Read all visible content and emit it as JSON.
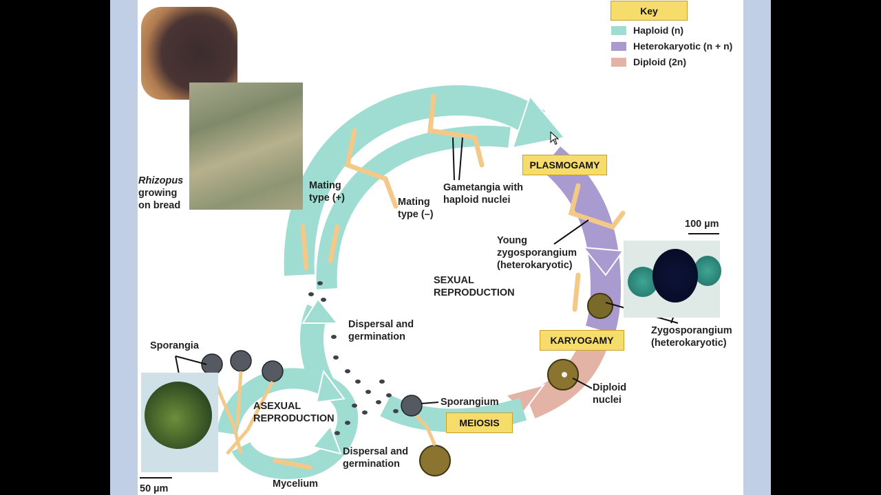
{
  "colors": {
    "haploid": "#9fdcd2",
    "heterokaryotic": "#a99ad0",
    "diploid": "#e3b3a6",
    "label_box": "#f6dc6b",
    "side_bar": "#c0cfe6",
    "background": "#ffffff"
  },
  "key": {
    "title": "Key",
    "items": [
      {
        "label": "Haploid (n)",
        "color": "#9fdcd2"
      },
      {
        "label": "Heterokaryotic (n + n)",
        "color": "#a99ad0"
      },
      {
        "label": "Diploid (2n)",
        "color": "#e3b3a6"
      }
    ]
  },
  "stages": {
    "plasmogamy": "PLASMOGAMY",
    "karyogamy": "KARYOGAMY",
    "meiosis": "MEIOSIS"
  },
  "reproduction": {
    "sexual_line1": "SEXUAL",
    "sexual_line2": "REPRODUCTION",
    "asexual_line1": "ASEXUAL",
    "asexual_line2": "REPRODUCTION"
  },
  "labels": {
    "rhizopus_1": "Rhizopus",
    "rhizopus_2": "growing",
    "rhizopus_3": "on bread",
    "mating_plus_1": "Mating",
    "mating_plus_2": "type (+)",
    "mating_minus_1": "Mating",
    "mating_minus_2": "type (–)",
    "gametangia_1": "Gametangia with",
    "gametangia_2": "haploid nuclei",
    "young_zygo_1": "Young",
    "young_zygo_2": "zygosporangium",
    "young_zygo_3": "(heterokaryotic)",
    "zygosporangium_1": "Zygosporangium",
    "zygosporangium_2": "(heterokaryotic)",
    "diploid_nuclei_1": "Diploid",
    "diploid_nuclei_2": "nuclei",
    "sporangium": "Sporangium",
    "sporangia": "Sporangia",
    "dispersal_top_1": "Dispersal and",
    "dispersal_top_2": "germination",
    "dispersal_bottom_1": "Dispersal and",
    "dispersal_bottom_2": "germination",
    "mycelium": "Mycelium",
    "scale_100": "100 µm",
    "scale_50": "50 µm"
  }
}
